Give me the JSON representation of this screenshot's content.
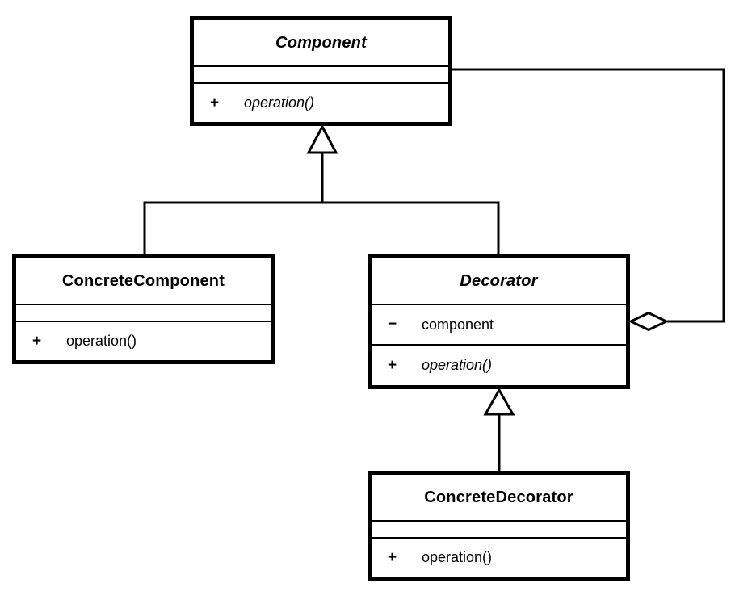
{
  "colors": {
    "background": "#ffffff",
    "line": "#000000",
    "text": "#000000"
  },
  "classes": {
    "component": {
      "name": "Component",
      "operations": [
        {
          "sign": "+",
          "label": "operation()"
        }
      ]
    },
    "concrete_component": {
      "name": "ConcreteComponent",
      "operations": [
        {
          "sign": "+",
          "label": "operation()"
        }
      ]
    },
    "decorator": {
      "name": "Decorator",
      "attributes": [
        {
          "sign": "−",
          "label": "component"
        }
      ],
      "operations": [
        {
          "sign": "+",
          "label": "operation()"
        }
      ]
    },
    "concrete_decorator": {
      "name": "ConcreteDecorator",
      "operations": [
        {
          "sign": "+",
          "label": "operation()"
        }
      ]
    }
  }
}
